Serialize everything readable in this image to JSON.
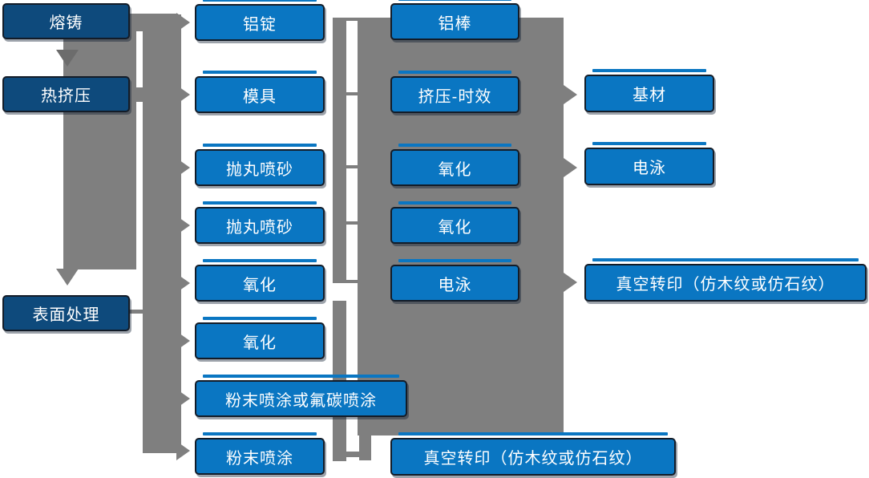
{
  "colors": {
    "box_dark": "#0e4a7c",
    "box_blue": "#0a76c2",
    "outline": "#131c28",
    "gray": "#7f7f7f",
    "gray_dark": "#6c6c6c",
    "text": "#ffffff"
  },
  "cols": {
    "col1": [
      "熔铸",
      "热挤压",
      "表面处理"
    ],
    "col2": [
      "铝锭",
      "模具",
      "抛丸喷砂",
      "抛丸喷砂",
      "氧化",
      "氧化",
      "粉末喷涂或氟碳喷涂",
      "粉末喷涂"
    ],
    "col3": [
      "铝棒",
      "挤压-时效",
      "氧化",
      "氧化",
      "电泳",
      "真空转印（仿木纹或仿石纹）"
    ],
    "col4": [
      "基材",
      "电泳",
      "真空转印（仿木纹或仿石纹）"
    ]
  },
  "edges": [
    "熔铸 → 铝锭",
    "熔铸 → 热挤压",
    "热挤压 → 模具",
    "热挤压 → 表面处理",
    "表面处理 → 抛丸喷砂",
    "表面处理 → 抛丸喷砂",
    "表面处理 → 氧化",
    "表面处理 → 氧化",
    "表面处理 → 粉末喷涂或氟碳喷涂",
    "表面处理 → 粉末喷涂",
    "铝锭 — 铝棒",
    "模具 — 挤压-时效",
    "抛丸喷砂 — 氧化",
    "抛丸喷砂 — 氧化",
    "氧化 — 电泳",
    "挤压-时效 → 基材",
    "氧化 → 电泳",
    "电泳 → 真空转印（仿木纹或仿石纹）",
    "粉末喷涂 → 真空转印（仿木纹或仿石纹）"
  ]
}
